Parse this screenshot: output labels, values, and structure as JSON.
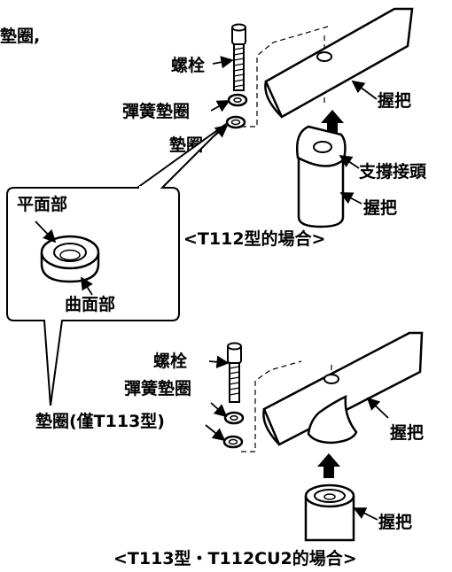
{
  "partial_text": "墊圈,",
  "top": {
    "bolt": "螺栓",
    "spring_washer": "彈簧墊圈",
    "washer": "墊圈",
    "grip_upper": "握把",
    "support_joint": "支撐接頭",
    "grip_lower": "握把",
    "caption": "<T112型的場合>"
  },
  "callout": {
    "flat_face": "平面部",
    "curved_face": "曲面部"
  },
  "bottom": {
    "bolt": "螺栓",
    "spring_washer": "彈簧墊圈",
    "washer": "墊圈(僅T113型)",
    "grip_upper": "握把",
    "grip_lower": "握把",
    "caption": "<T113型・T112CU2的場合>"
  }
}
